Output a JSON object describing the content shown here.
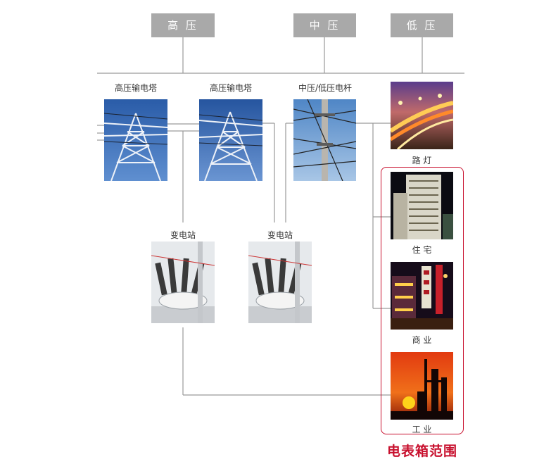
{
  "voltage_levels": {
    "high": "高 压",
    "medium": "中 压",
    "low": "低 压"
  },
  "nodes": {
    "tower_1": "高压输电塔",
    "tower_2": "高压输电塔",
    "pole": "中压/低压电杆",
    "streetlight": "路 灯",
    "substation_1": "变电站",
    "substation_2": "变电站",
    "residential": "住 宅",
    "commercial": "商 业",
    "industrial": "工 业"
  },
  "scope_title": "电表箱范围",
  "colors": {
    "connector_line": "#9a9a9a",
    "voltage_box": "#a9a9a9",
    "scope_border": "#c8102e",
    "scope_title": "#c8102e"
  }
}
